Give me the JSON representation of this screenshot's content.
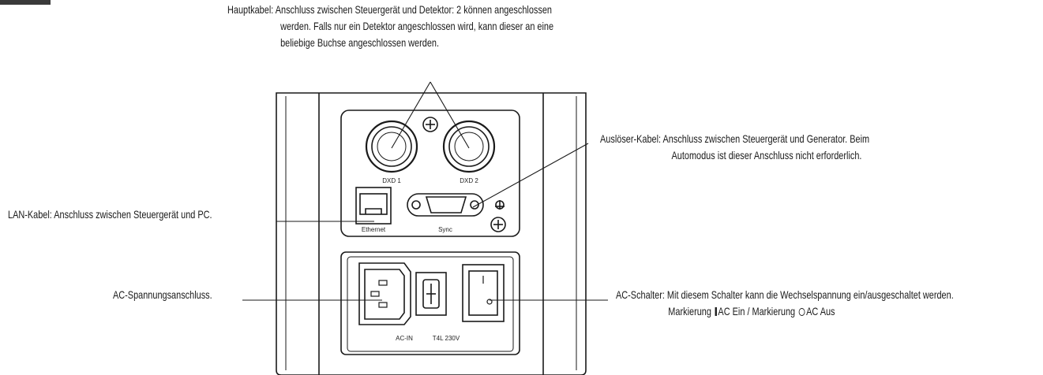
{
  "labels": {
    "hauptkabel": [
      "Hauptkabel:  Anschluss zwischen Steuergerät und Detektor: 2 können angeschlossen",
      "werden. Falls nur ein Detektor angeschlossen wird, kann dieser an eine",
      "beliebige Buchse angeschlossen werden."
    ],
    "ausloeser": [
      "Auslöser-Kabel:  Anschluss zwischen Steuergerät und Generator. Beim",
      "Automodus ist dieser Anschluss nicht erforderlich."
    ],
    "lan": "LAN-Kabel: Anschluss zwischen Steuergerät und PC.",
    "ac_anschluss": "AC-Spannungsanschluss.",
    "ac_schalter": [
      "AC-Schalter:  Mit diesem Schalter kann die Wechselspannung ein/ausgeschaltet werden.",
      "Markierung ",
      "AC Ein / Markierung ",
      "AC Aus"
    ]
  },
  "device": {
    "dxd1": "DXD 1",
    "dxd2": "DXD 2",
    "ethernet": "Ethernet",
    "sync": "Sync",
    "ac_in": "AC-IN",
    "fuse": "T4L 230V"
  },
  "colors": {
    "line": "#1a1a1a",
    "background": "#ffffff"
  },
  "icons": [
    "screw-icon",
    "ground-icon",
    "power-on-mark-icon",
    "power-off-mark-icon"
  ]
}
